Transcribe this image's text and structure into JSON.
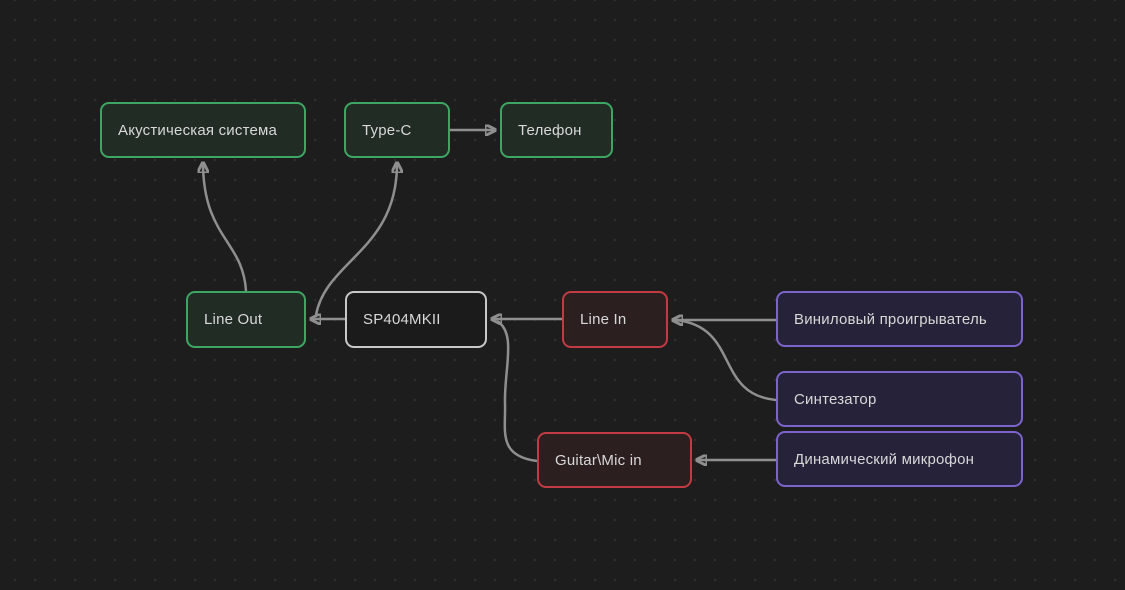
{
  "canvas": {
    "background_color": "#1d1d1d",
    "dot_grid_color": "#2e2e2e",
    "edge_color": "#8f8f8f",
    "text_color": "#d8d8d8",
    "accent_colors": {
      "green": "#3ea663",
      "gray": "#c8c8c8",
      "red": "#c23b42",
      "purple": "#7d63cc"
    }
  },
  "nodes": [
    {
      "id": "acoustic-system",
      "label": "Акустическая система",
      "color": "green"
    },
    {
      "id": "type-c",
      "label": "Type-C",
      "color": "green"
    },
    {
      "id": "phone",
      "label": "Телефон",
      "color": "green"
    },
    {
      "id": "line-out",
      "label": "Line Out",
      "color": "green"
    },
    {
      "id": "sp404mkii",
      "label": "SP404MKII",
      "color": "gray"
    },
    {
      "id": "line-in",
      "label": "Line In",
      "color": "red"
    },
    {
      "id": "vinyl-player",
      "label": "Виниловый проигрыватель",
      "color": "purple"
    },
    {
      "id": "synthesizer",
      "label": "Синтезатор",
      "color": "purple"
    },
    {
      "id": "dynamic-mic",
      "label": "Динамический микрофон",
      "color": "purple"
    },
    {
      "id": "guitar-mic-in",
      "label": "Guitar\\Mic in",
      "color": "red"
    }
  ],
  "edges": [
    {
      "from": "line-out",
      "to": "acoustic-system"
    },
    {
      "from": "sp404mkii",
      "to": "type-c"
    },
    {
      "from": "type-c",
      "to": "phone"
    },
    {
      "from": "sp404mkii",
      "to": "line-out"
    },
    {
      "from": "line-in",
      "to": "sp404mkii"
    },
    {
      "from": "guitar-mic-in",
      "to": "sp404mkii"
    },
    {
      "from": "vinyl-player",
      "to": "line-in"
    },
    {
      "from": "synthesizer",
      "to": "line-in"
    },
    {
      "from": "dynamic-mic",
      "to": "guitar-mic-in"
    }
  ]
}
